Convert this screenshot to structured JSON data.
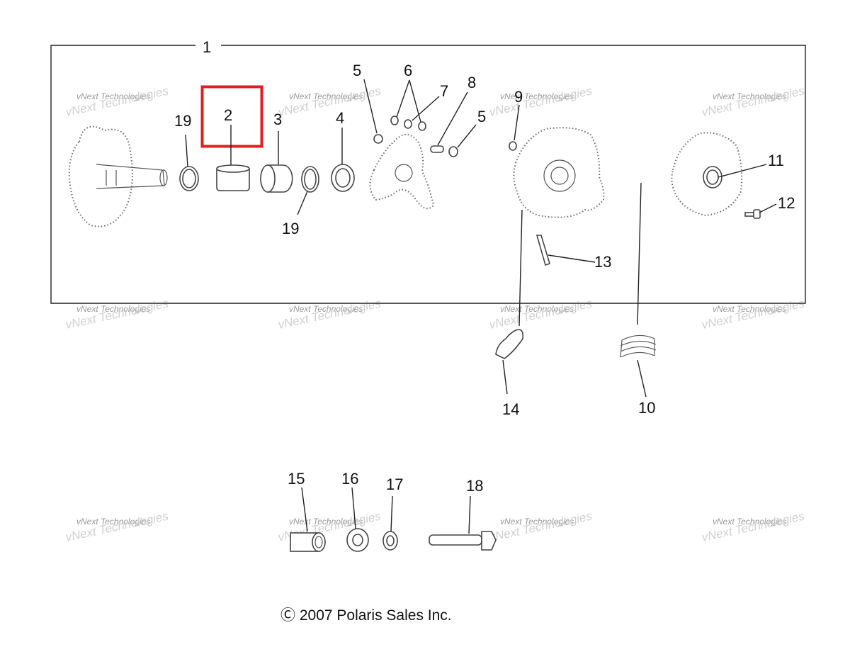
{
  "callouts": {
    "c1": "1",
    "c2": "2",
    "c3": "3",
    "c4": "4",
    "c5a": "5",
    "c5b": "5",
    "c6": "6",
    "c7": "7",
    "c8": "8",
    "c9": "9",
    "c10": "10",
    "c11": "11",
    "c12": "12",
    "c13": "13",
    "c14": "14",
    "c15": "15",
    "c16": "16",
    "c17": "17",
    "c18": "18",
    "c19a": "19",
    "c19b": "19"
  },
  "watermark": {
    "line1": "vNext Technologies",
    "line2": "Technologies",
    "line2b": "vNext"
  },
  "highlight_color": "#e02020",
  "copyright": "Ⓒ 2007 Polaris Sales Inc."
}
